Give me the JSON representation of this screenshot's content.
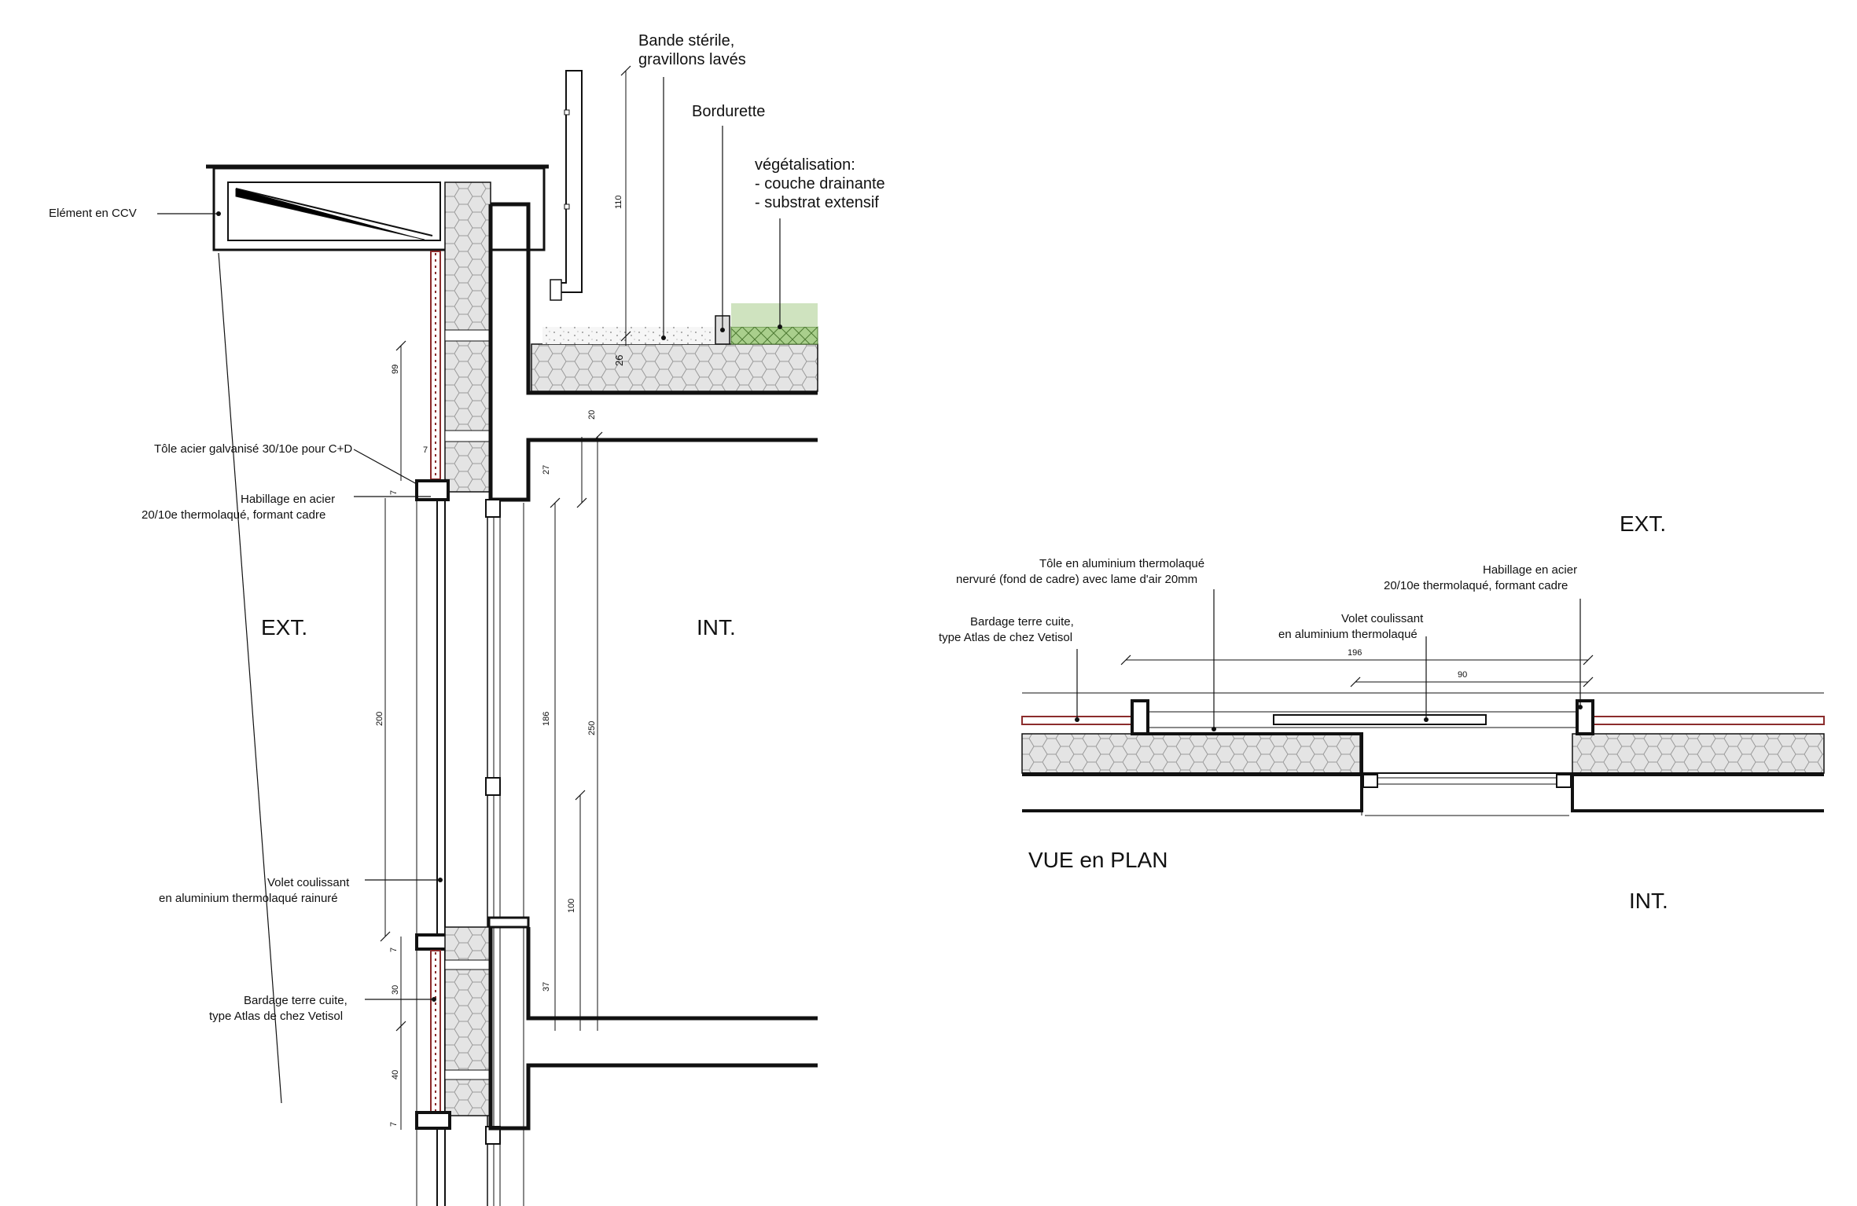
{
  "section": {
    "ext_label": "EXT.",
    "int_label": "INT.",
    "notes": {
      "bande_line1": "Bande stérile,",
      "bande_line2": "gravillons lavés",
      "bordurette": "Bordurette",
      "veg_line1": "végétalisation:",
      "veg_line2": "- couche drainante",
      "veg_line3": "- substrat extensif",
      "ccv": "Elément en CCV",
      "tole": "Tôle acier galvanisé 30/10e pour C+D",
      "habillage_line1": "Habillage en acier",
      "habillage_line2": "20/10e thermolaqué, formant cadre",
      "volet_line1": "Volet coulissant",
      "volet_line2": "en aluminium thermolaqué rainuré",
      "bardage_line1": "Bardage terre cuite,",
      "bardage_line2": "type Atlas de chez Vetisol"
    },
    "dims": {
      "d110": "110",
      "d26": "26",
      "d20": "20",
      "d27": "27",
      "d99": "99",
      "d7a": "7",
      "d7b": "7",
      "d200": "200",
      "d186": "186",
      "d250": "250",
      "d100": "100",
      "d7c": "7",
      "d30": "30",
      "d37": "37",
      "d40": "40",
      "d7d": "7"
    }
  },
  "plan": {
    "title": "VUE en PLAN",
    "ext_label": "EXT.",
    "int_label": "INT.",
    "notes": {
      "tole_line1": "Tôle en aluminium thermolaqué",
      "tole_line2": "nervuré (fond de cadre) avec lame d'air 20mm",
      "habillage_line1": "Habillage en acier",
      "habillage_line2": "20/10e thermolaqué, formant cadre",
      "volet_line1": "Volet coulissant",
      "volet_line2": "en aluminium thermolaqué",
      "bardage_line1": "Bardage terre cuite,",
      "bardage_line2": "type Atlas de chez Vetisol"
    },
    "dims": {
      "d196": "196",
      "d90": "90"
    }
  },
  "colors": {
    "insulation": "#e6e6e6",
    "gravel": "#f2f2f2",
    "vegetation": "#8fbf6a",
    "cladding": "#8b2c2c"
  }
}
